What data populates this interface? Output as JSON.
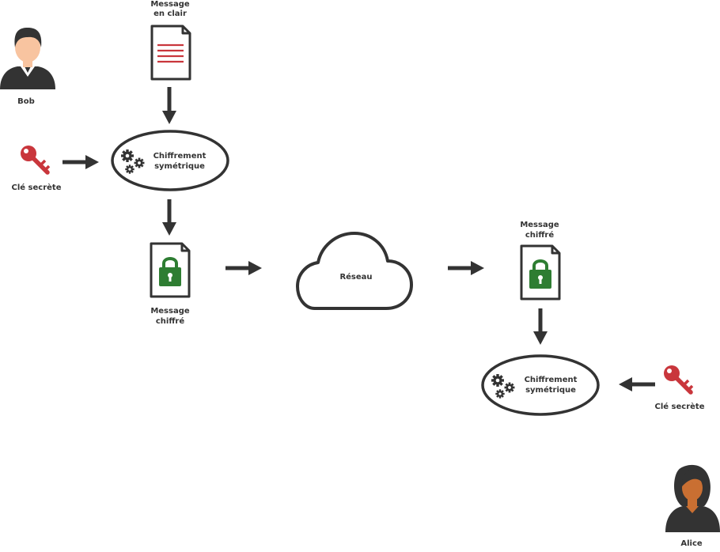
{
  "colors": {
    "ink": "#333333",
    "key": "#c9363c",
    "lock": "#2e7d32",
    "doc_lines": "#c9363c",
    "skin_bob": "#f8c4a0",
    "skin_alice": "#c96f32"
  },
  "icons": {
    "bob": "man-avatar-icon",
    "alice": "woman-avatar-icon",
    "key": "key-icon",
    "plain_doc": "document-icon",
    "cipher_doc": "locked-document-icon",
    "gears": "gears-icon",
    "network": "cloud-icon"
  },
  "actors": {
    "bob": "Bob",
    "alice": "Alice"
  },
  "plaintext": {
    "line1": "Message",
    "line2": "en clair"
  },
  "secret_key": {
    "bob_label": "Clé secrète",
    "alice_label": "Clé secrète"
  },
  "encrypt_node": {
    "line1": "Chiffrement",
    "line2": "symétrique"
  },
  "decrypt_node": {
    "line1": "Chiffrement",
    "line2": "symétrique"
  },
  "cipher_sent": {
    "line1": "Message",
    "line2": "chiffré"
  },
  "cipher_received": {
    "line1": "Message",
    "line2": "chiffré"
  },
  "network": {
    "label": "Réseau"
  }
}
